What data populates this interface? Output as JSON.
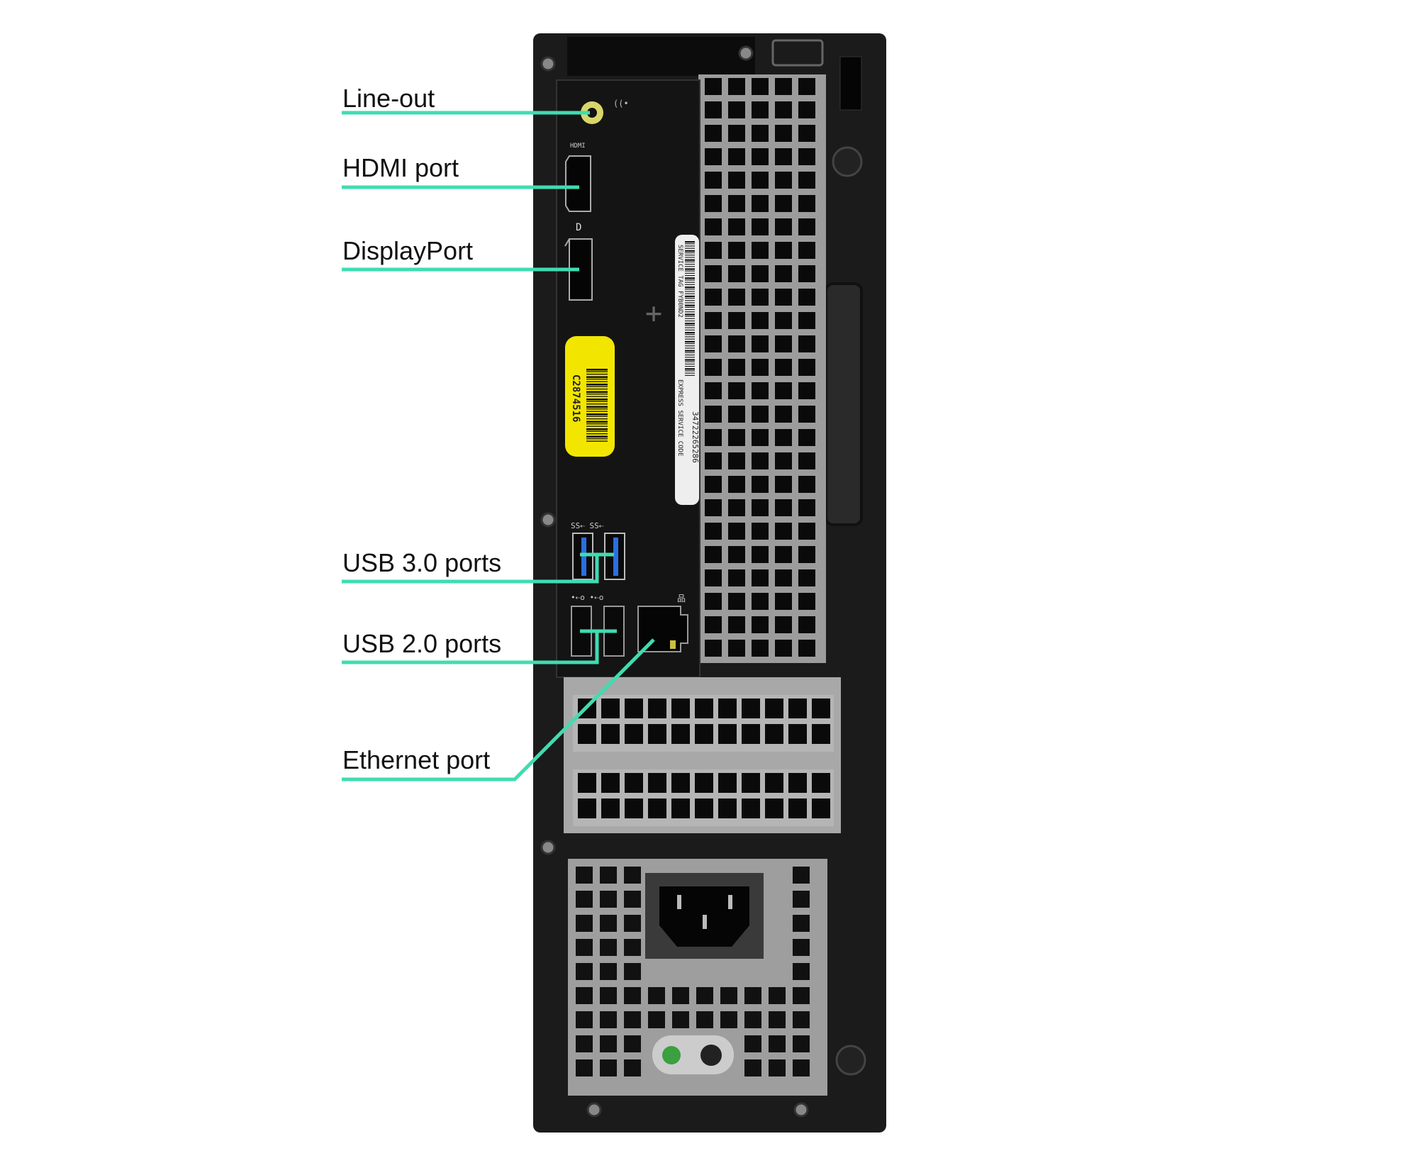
{
  "labels": {
    "line_out": "Line-out",
    "hdmi": "HDMI port",
    "displayport": "DisplayPort",
    "usb3": "USB 3.0 ports",
    "usb2": "USB 2.0 ports",
    "ethernet": "Ethernet port"
  },
  "device": {
    "hdmi_marking": "HDMI",
    "yellow_sticker_code": "C2874516",
    "service_tag_line": "SERVICE TAG FYB0ND2",
    "express_code": "34722265286",
    "express_code_label": "EXPRESS SERVICE CODE"
  },
  "colors": {
    "leader": "#3fdcb2",
    "case": "#1a1a1a",
    "sticker": "#f2e600",
    "usb3_blue": "#2a6fe0"
  }
}
